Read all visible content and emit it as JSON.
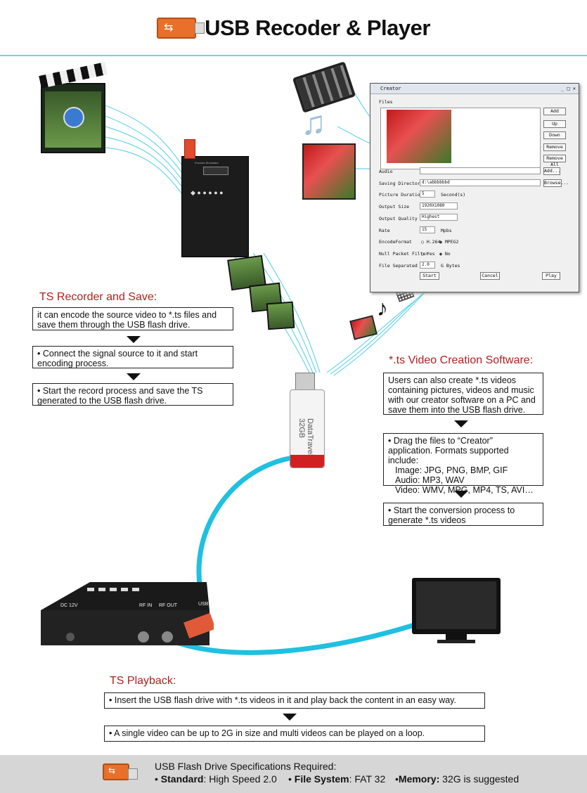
{
  "header": {
    "title": "USB Recoder & Player",
    "logo_icon": "usb-flash-drive-icon"
  },
  "creator_window": {
    "title": "Creator",
    "files_label": "Files",
    "buttons": [
      "Add",
      "Up",
      "Down",
      "Remove",
      "Remove All"
    ],
    "audio_label": "Audio",
    "audio_add": "Add...",
    "saving_dir_label": "Saving Directory",
    "saving_dir_value": "d:\\abbbbbbd",
    "browse": "Browse...",
    "picture_duration_label": "Picture Duration",
    "picture_duration_value": "5",
    "picture_duration_unit": "Second(s)",
    "output_size_label": "Output Size",
    "output_size_value": "1920X1080",
    "output_quality_label": "Output Quality",
    "output_quality_value": "Highest",
    "rate_label": "Rate",
    "rate_value": "15",
    "rate_unit": "Mpbs",
    "encode_label": "EncodeFormat",
    "encode_opt1": "H.264",
    "encode_opt2": "MPEG2",
    "null_filter_label": "Null Packet Filter",
    "null_opt1": "Yes",
    "null_opt2": "No",
    "file_sep_label": "File Separated Size",
    "file_sep_value": "2.0",
    "file_sep_unit": "G Bytes",
    "start": "Start",
    "cancel": "Cancel",
    "play": "Play"
  },
  "encoder_device": {
    "screen_label": "Encoder Modulator"
  },
  "usb_stick": {
    "brand": "DataTraveler",
    "capacity": "32GB"
  },
  "recorder": {
    "heading": "TS Recorder and Save:",
    "steps": [
      "it can encode the source video to *.ts files and save them through the USB flash drive.",
      "• Connect the signal source to it and start encoding process.",
      "• Start the record process and save the TS generated to the USB flash drive."
    ]
  },
  "creation": {
    "heading": "*.ts Video Creation Software:",
    "steps": [
      "Users can also create *.ts videos containing pictures, videos and music with our creator software on a PC and save them into the USB flash drive.",
      "• Drag the files to “Creator” application. Formats supported include:",
      "Image: JPG, PNG, BMP, GIF",
      "Audio: MP3, WAV",
      "Video: WMV, MPG, MP4, TS, AVI…",
      "• Start the conversion process to generate *.ts videos"
    ]
  },
  "player_device": {
    "dc": "DC 12V",
    "rf_in": "RF IN",
    "rf_out": "RF OUT",
    "usb": "USB"
  },
  "playback": {
    "heading": "TS Playback:",
    "steps": [
      "• Insert the USB flash drive with *.ts videos in it and play back the content in an easy way.",
      "• A single video can be up to 2G in size and multi videos can be played on a loop."
    ]
  },
  "footer": {
    "title": "USB Flash Drive Specifications Required:",
    "spec1_label": "Standard",
    "spec1_value": ": High Speed 2.0",
    "spec2_label": "File System",
    "spec2_value": ": FAT 32",
    "spec3_label": "Memory:",
    "spec3_value": " 32G is suggested"
  },
  "colors": {
    "accent_cyan": "#38c8e0",
    "heading_red": "#b0201e",
    "usb_orange": "#e8702a"
  }
}
